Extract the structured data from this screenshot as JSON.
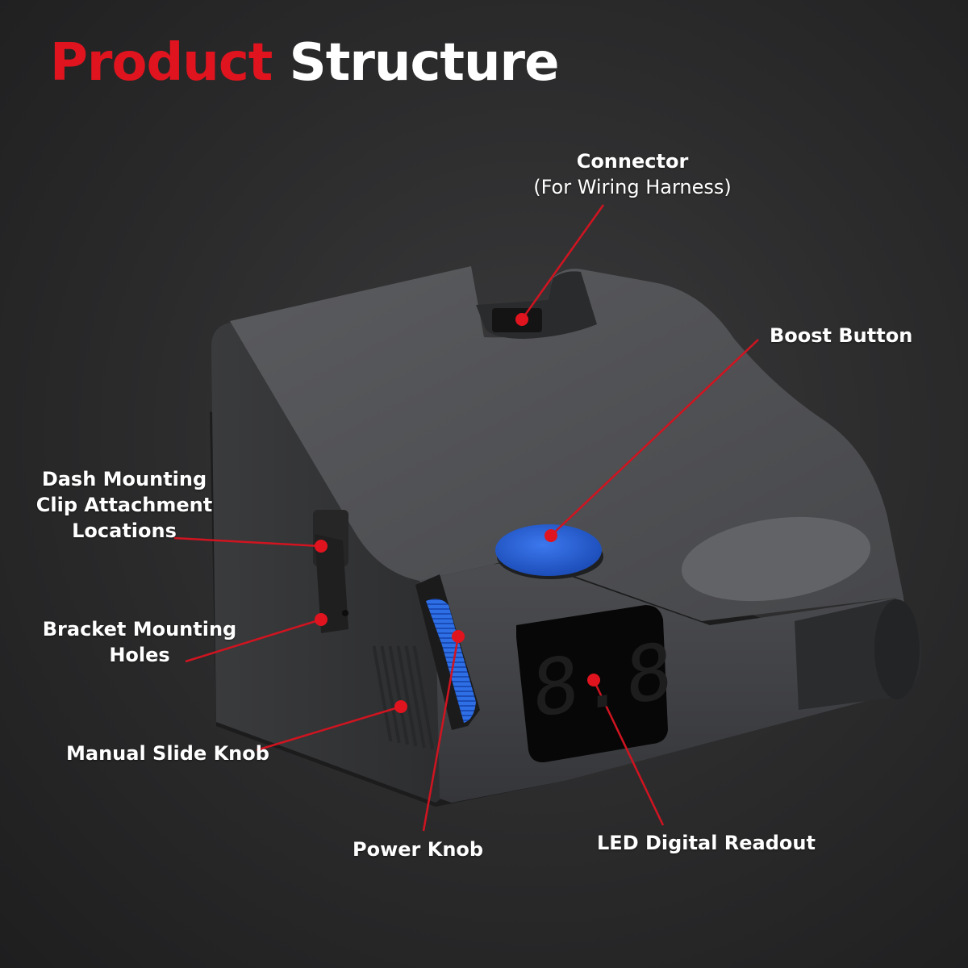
{
  "title": {
    "part1": "Product",
    "part2": "Structure"
  },
  "colors": {
    "accent": "#e0141e",
    "text": "#ffffff",
    "body": "#4a4b4d",
    "button": "#1f56c8",
    "knob": "#2e6fe6",
    "display": "#0b0b0c"
  },
  "display_value": "8.8",
  "labels": {
    "connector": "Connector",
    "connector_sub": "(For Wiring Harness)",
    "boost": "Boost Button",
    "dash_line1": "Dash Mounting",
    "dash_line2": "Clip Attachment",
    "dash_line3": "Locations",
    "bracket_line1": "Bracket Mounting",
    "bracket_line2": "Holes",
    "manual": "Manual Slide Knob",
    "power": "Power Knob",
    "led": "LED Digital Readout"
  }
}
